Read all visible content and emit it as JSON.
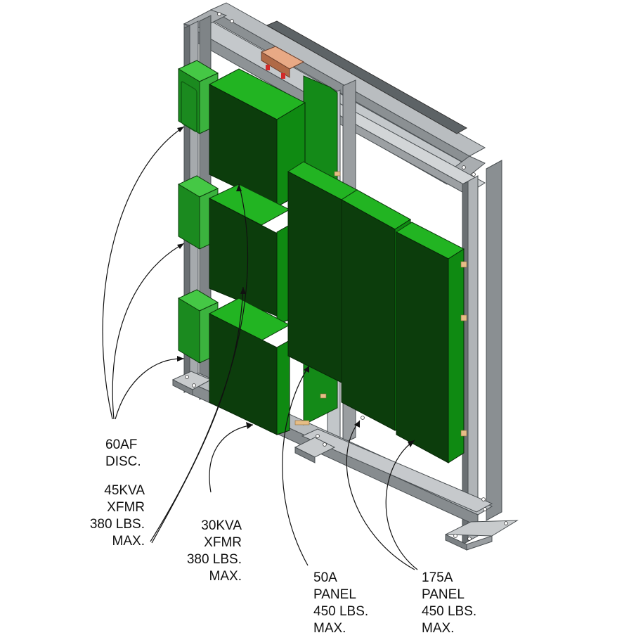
{
  "labels": {
    "disconnect": {
      "lines": [
        "60AF",
        "DISC."
      ]
    },
    "xfmr_45": {
      "lines": [
        "45KVA",
        "XFMR",
        "380 LBS.",
        "MAX."
      ]
    },
    "xfmr_30": {
      "lines": [
        "30KVA",
        "XFMR",
        "380 LBS.",
        "MAX."
      ]
    },
    "panel_50": {
      "lines": [
        "50A",
        "PANEL",
        "450 LBS.",
        "MAX."
      ]
    },
    "panel_175": {
      "lines": [
        "175A",
        "PANEL",
        "450 LBS.",
        "MAX."
      ]
    }
  },
  "colors": {
    "frame_light": "#bfc3c6",
    "frame_mid": "#8e9396",
    "frame_dark": "#555a5d",
    "enclosure_front": "#0c3d0c",
    "enclosure_side": "#0d8a10",
    "enclosure_top": "#1fb51f",
    "disconnect_front": "#1d8d22",
    "disconnect_light": "#3ec43e",
    "shim": "#e8c28c",
    "leader": "#111111"
  }
}
